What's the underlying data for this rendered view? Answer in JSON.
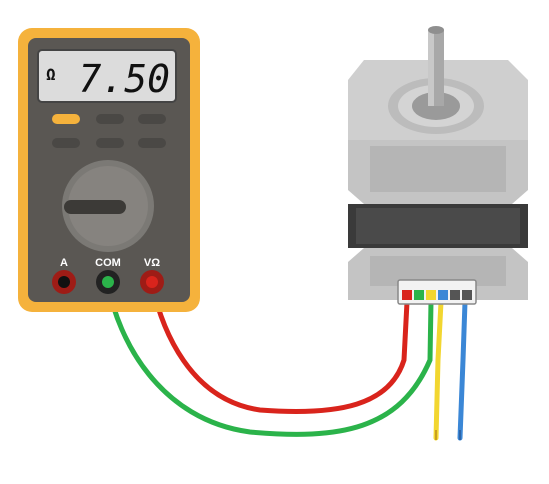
{
  "multimeter": {
    "display": {
      "unit_symbol": "Ω",
      "reading": "7.50"
    },
    "jacks": {
      "a_label": "A",
      "com_label": "COM",
      "v_ohm_label": "VΩ"
    },
    "body_color": "#f5b23c",
    "face_color": "#5a5753",
    "lcd_color": "#dcdcdc",
    "highlight_button_color": "#f5b23c"
  },
  "stepper_motor": {
    "wire_colors": {
      "red": "#d9241c",
      "green": "#2bb34a",
      "yellow": "#f2d630",
      "blue": "#3b87d6"
    },
    "body_color": "#c8c8c8",
    "core_color": "#3a3a3a"
  },
  "probes": {
    "com_lead_color": "#2bb34a",
    "v_ohm_lead_color": "#d9241c"
  },
  "icons": [
    "ohm-icon",
    "rotary-dial-icon",
    "shaft-icon"
  ]
}
